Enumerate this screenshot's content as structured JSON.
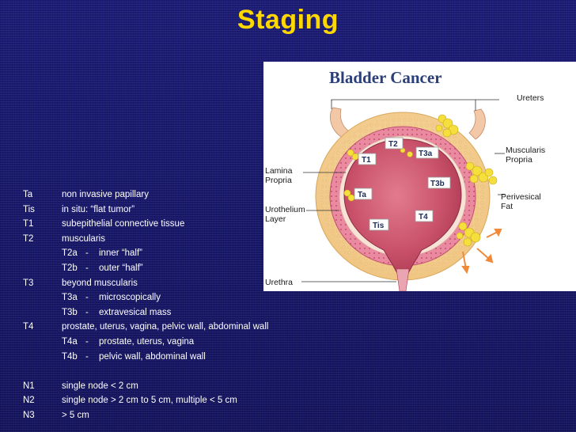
{
  "slide": {
    "title": "Staging"
  },
  "figure": {
    "title": "Bladder Cancer",
    "labels": {
      "ureters": "Ureters",
      "muscularis_1": "Muscularis",
      "muscularis_2": "Propria",
      "lamina_1": "Lamina",
      "lamina_2": "Propria",
      "perivesical_1": "Perivesical",
      "perivesical_2": "Fat",
      "urothelium_1": "Urothelium",
      "urothelium_2": "Layer",
      "urethra": "Urethra"
    },
    "stage_tags": {
      "t1": "T1",
      "t2": "T2",
      "t3a": "T3a",
      "t3b": "T3b",
      "ta": "Ta",
      "tis": "Tis",
      "t4": "T4"
    }
  },
  "staging": {
    "t_rows": [
      {
        "code": "Ta",
        "desc": "non invasive papillary"
      },
      {
        "code": "Tis",
        "desc": "in situ: “flat tumor”"
      },
      {
        "code": "T1",
        "desc": "subepithelial connective tissue"
      },
      {
        "code": "T2",
        "desc": "muscularis"
      },
      {
        "sub_code": "T2a",
        "sep": "-",
        "sub_desc": "inner “half”"
      },
      {
        "sub_code": "T2b",
        "sep": "-",
        "sub_desc": "outer “half”"
      },
      {
        "code": "T3",
        "desc": "beyond muscularis"
      },
      {
        "sub_code": "T3a",
        "sep": "-",
        "sub_desc": "microscopically"
      },
      {
        "sub_code": "T3b",
        "sep": "-",
        "sub_desc": "extravesical mass"
      },
      {
        "code": "T4",
        "desc": "prostate, uterus, vagina, pelvic wall, abdominal wall"
      },
      {
        "sub_code": "T4a",
        "sep": "-",
        "sub_desc": "prostate, uterus, vagina"
      },
      {
        "sub_code": "T4b",
        "sep": "-",
        "sub_desc": "pelvic wall, abdominal wall"
      }
    ],
    "n_rows": [
      {
        "code": "N1",
        "desc": "single node < 2 cm"
      },
      {
        "code": "N2",
        "desc": "single node > 2 cm to 5 cm, multiple < 5 cm"
      },
      {
        "code": "N3",
        "desc": "> 5 cm"
      }
    ]
  },
  "colors": {
    "title": "#ffd800",
    "background": "#18186a",
    "text": "#ffffff",
    "fat_layer": "#f6d49a",
    "muscle_layer": "#e7819a",
    "lumen": "#c9526a",
    "tumor": "#f5df3c"
  }
}
